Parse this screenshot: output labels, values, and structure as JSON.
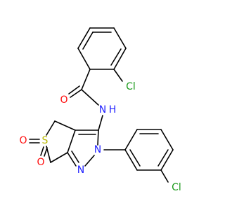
{
  "colors": {
    "carbon_bond": "#000000",
    "chlorine": "#1a9a1a",
    "oxygen": "#ff0d0d",
    "nitrogen": "#1f1fff",
    "sulfur": "#b8b800",
    "background": "#ffffff"
  },
  "atoms": {
    "cl_top": "Cl",
    "cl_right": "Cl",
    "o_amide": "O",
    "n_amide": "N",
    "h_amide": "H",
    "n_ring_2": "N",
    "n_ring_1": "N",
    "s_ring": "S",
    "o_sulfonyl_1": "O",
    "o_sulfonyl_2": "O"
  }
}
